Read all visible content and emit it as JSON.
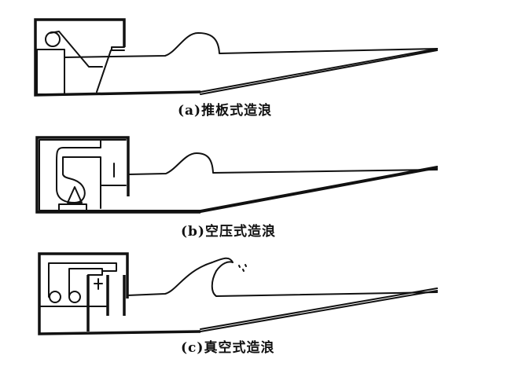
{
  "diagrams": [
    {
      "caption": "(a)推板式造浪"
    },
    {
      "caption": "(b)空压式造浪"
    },
    {
      "caption": "(c)真空式造浪"
    }
  ]
}
